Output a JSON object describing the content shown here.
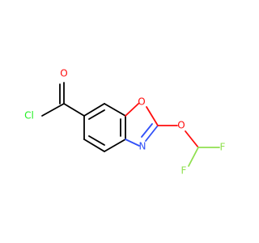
{
  "molecule": {
    "atoms": [
      {
        "id": "a_cl",
        "label": "Cl",
        "color": "#1ff01f"
      },
      {
        "id": "a_o_carbonyl",
        "label": "O",
        "color": "#ff0d0d"
      },
      {
        "id": "a_o_ring",
        "label": "O",
        "color": "#ff0d0d"
      },
      {
        "id": "a_n",
        "label": "N",
        "color": "#3050f8"
      },
      {
        "id": "a_o_ether",
        "label": "O",
        "color": "#ff0d0d"
      },
      {
        "id": "a_f_top",
        "label": "F",
        "color": "#90e050"
      },
      {
        "id": "a_f_bottom",
        "label": "F",
        "color": "#90e050"
      }
    ]
  }
}
